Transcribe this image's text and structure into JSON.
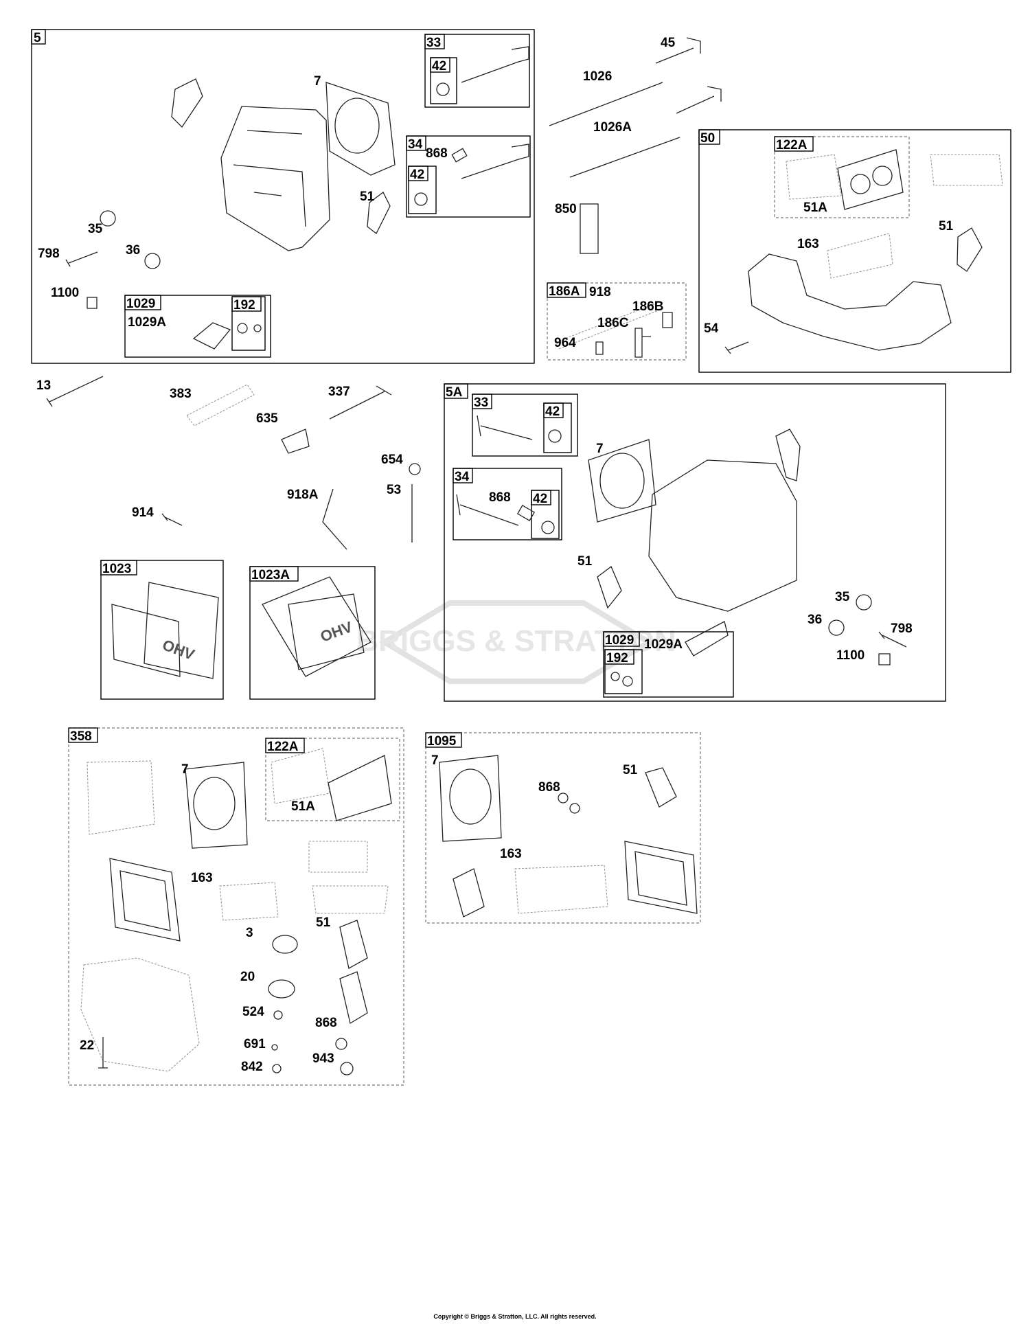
{
  "watermark": "BRIGGS & STRATTON",
  "copyright": "Copyright © Briggs & Stratton, LLC. All rights reserved.",
  "groups": {
    "g5": "5",
    "g5_33": "33",
    "g5_33_42": "42",
    "g5_34": "34",
    "g5_34_42": "42",
    "g5_1029": "1029",
    "g5_192": "192",
    "g50": "50",
    "g50_122A": "122A",
    "g186A": "186A",
    "g5A": "5A",
    "g5A_33": "33",
    "g5A_33_42": "42",
    "g5A_34": "34",
    "g5A_34_42": "42",
    "g5A_1029": "1029",
    "g5A_192": "192",
    "g1023": "1023",
    "g1023A": "1023A",
    "g358": "358",
    "g358_122A": "122A",
    "g1095": "1095"
  },
  "labels": {
    "s5_7": "7",
    "s5_868": "868",
    "s5_51": "51",
    "s5_35": "35",
    "s5_798": "798",
    "s5_36": "36",
    "s5_1100": "1100",
    "s5_1029A": "1029A",
    "p45": "45",
    "p1026": "1026",
    "p1026A": "1026A",
    "p850": "850",
    "p918": "918",
    "p186B": "186B",
    "p186C": "186C",
    "p964": "964",
    "s50_51A": "51A",
    "s50_51": "51",
    "s50_163": "163",
    "s50_54": "54",
    "p13": "13",
    "p383": "383",
    "p337": "337",
    "p635": "635",
    "p654": "654",
    "p53": "53",
    "p918A": "918A",
    "p914": "914",
    "s5A_7": "7",
    "s5A_868": "868",
    "s5A_51": "51",
    "s5A_35": "35",
    "s5A_36": "36",
    "s5A_798": "798",
    "s5A_1100": "1100",
    "s5A_1029A": "1029A",
    "s358_7": "7",
    "s358_51A": "51A",
    "s358_163": "163",
    "s358_3": "3",
    "s358_51": "51",
    "s358_20": "20",
    "s358_524": "524",
    "s358_868": "868",
    "s358_22": "22",
    "s358_691": "691",
    "s358_842": "842",
    "s358_943": "943",
    "s1095_7": "7",
    "s1095_51": "51",
    "s1095_868": "868",
    "s1095_163": "163"
  },
  "cover_text": "OHV"
}
